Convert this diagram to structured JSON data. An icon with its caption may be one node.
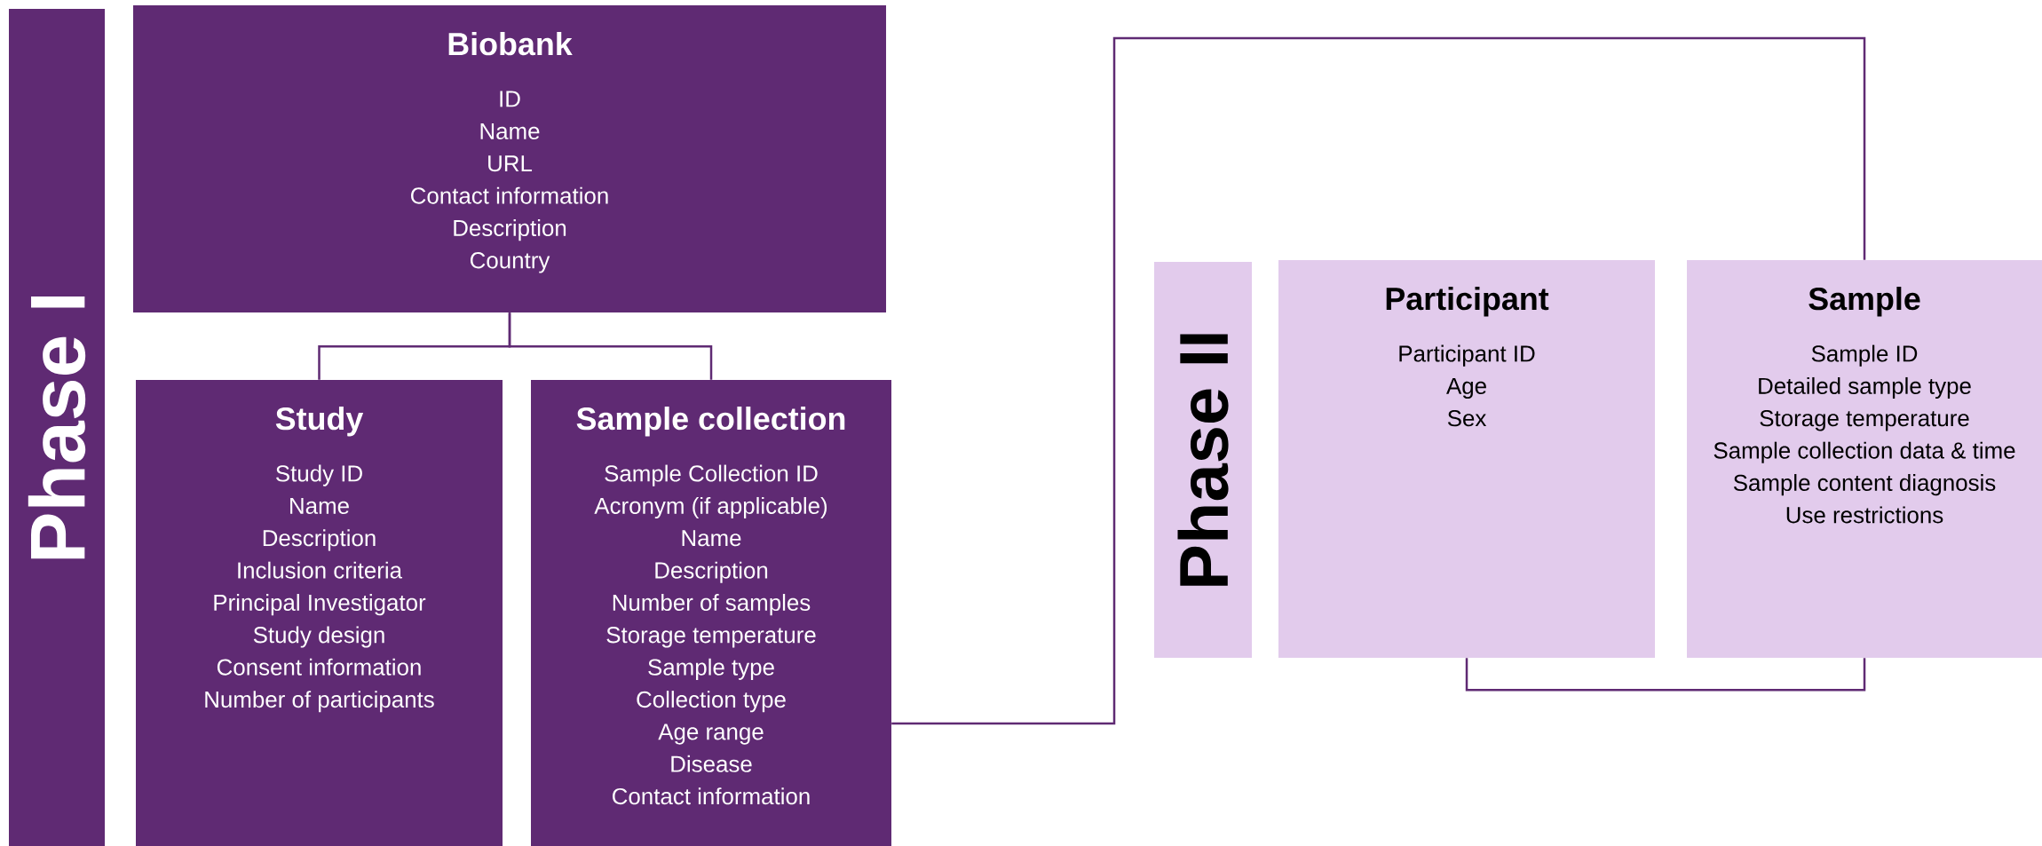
{
  "diagram": {
    "nodes": [
      {
        "text": [
          "Phase I"
        ]
      },
      {
        "text": [
          "Biobank",
          "ID",
          "Name",
          "URL",
          "Contact information",
          "Description",
          "Country"
        ]
      },
      {
        "text": [
          "Study",
          "Study ID",
          "Name",
          "Description",
          "Inclusion criteria",
          "Principal Investigator",
          "Study design",
          "Consent information",
          "Number of participants"
        ]
      },
      {
        "text": [
          "Sample collection",
          "Sample Collection ID",
          "Acronym (if applicable)",
          "Name",
          "Description",
          "Number of samples",
          "Storage temperature",
          "Sample type",
          "Collection type",
          "Age range",
          "Disease",
          "Contact information"
        ]
      },
      {
        "text": [
          "Phase II"
        ]
      },
      {
        "text": [
          "Participant",
          "Participant ID",
          "Age",
          "Sex"
        ]
      },
      {
        "text": [
          "Sample",
          "Sample ID",
          "Detailed sample type",
          "Storage temperature",
          "Sample collection data & time",
          "Sample content diagnosis",
          "Use restrictions"
        ]
      }
    ],
    "edges": [
      {
        "from": 1,
        "to": 2,
        "arrow": "none"
      },
      {
        "from": 1,
        "to": 3,
        "arrow": "none"
      },
      {
        "from": 3,
        "to": 6,
        "arrow": "none"
      },
      {
        "from": 5,
        "to": 6,
        "arrow": "none"
      }
    ]
  }
}
